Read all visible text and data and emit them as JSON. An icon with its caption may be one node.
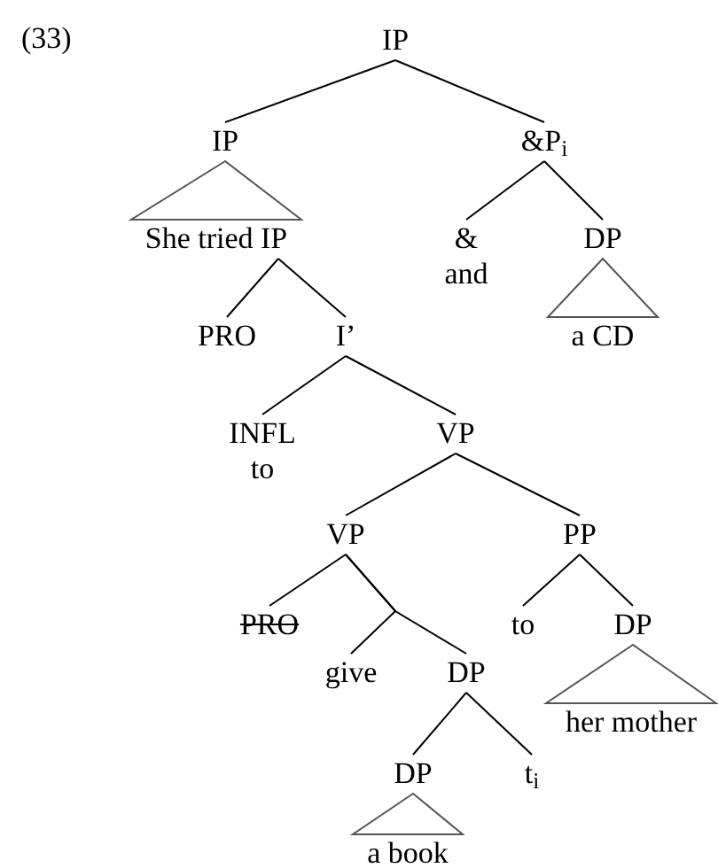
{
  "diagram": {
    "nodes": [
      {
        "text": [
          "IP"
        ]
      },
      {
        "text": [
          "IP"
        ]
      },
      {
        "text": [
          "&P$_{i}$"
        ]
      },
      {
        "text": [
          "She tried IP"
        ]
      },
      {
        "text": [
          "&",
          "and"
        ]
      },
      {
        "text": [
          "DP"
        ]
      },
      {
        "text": [
          "a CD"
        ]
      },
      {
        "text": [
          "PRO"
        ]
      },
      {
        "text": [
          "I’"
        ]
      },
      {
        "text": [
          "INFL",
          "to"
        ]
      },
      {
        "text": [
          "VP"
        ]
      },
      {
        "text": [
          "VP"
        ]
      },
      {
        "text": [
          "PP"
        ]
      },
      {
        "text": [
          "PRO"
        ]
      },
      {
        "text": [
          "to"
        ]
      },
      {
        "text": [
          "DP"
        ]
      },
      {
        "text": [
          "give"
        ]
      },
      {
        "text": [
          "DP"
        ]
      },
      {
        "text": [
          "her mother"
        ]
      },
      {
        "text": [
          "DP"
        ]
      },
      {
        "text": [
          "t$_{i}$"
        ]
      },
      {
        "text": [
          "a book"
        ]
      }
    ],
    "edges": [
      {
        "from": 0,
        "to": 1,
        "arrow": "none"
      },
      {
        "from": 0,
        "to": 2,
        "arrow": "none"
      },
      {
        "from": 1,
        "to": 3,
        "arrow": "none"
      },
      {
        "from": 2,
        "to": 4,
        "arrow": "none"
      },
      {
        "from": 2,
        "to": 5,
        "arrow": "none"
      },
      {
        "from": 5,
        "to": 6,
        "arrow": "none"
      },
      {
        "from": 3,
        "to": 7,
        "arrow": "none"
      },
      {
        "from": 3,
        "to": 8,
        "arrow": "none"
      },
      {
        "from": 8,
        "to": 9,
        "arrow": "none"
      },
      {
        "from": 8,
        "to": 10,
        "arrow": "none"
      },
      {
        "from": 10,
        "to": 11,
        "arrow": "none"
      },
      {
        "from": 10,
        "to": 12,
        "arrow": "none"
      },
      {
        "from": 11,
        "to": 13,
        "arrow": "none"
      },
      {
        "from": 11,
        "to": 16,
        "arrow": "none"
      },
      {
        "from": 11,
        "to": 17,
        "arrow": "none"
      },
      {
        "from": 12,
        "to": 14,
        "arrow": "none"
      },
      {
        "from": 12,
        "to": 15,
        "arrow": "none"
      },
      {
        "from": 15,
        "to": 18,
        "arrow": "none"
      },
      {
        "from": 17,
        "to": 19,
        "arrow": "none"
      },
      {
        "from": 17,
        "to": 20,
        "arrow": "none"
      },
      {
        "from": 19,
        "to": 21,
        "arrow": "none"
      }
    ],
    "labels": [
      "(33)"
    ]
  }
}
